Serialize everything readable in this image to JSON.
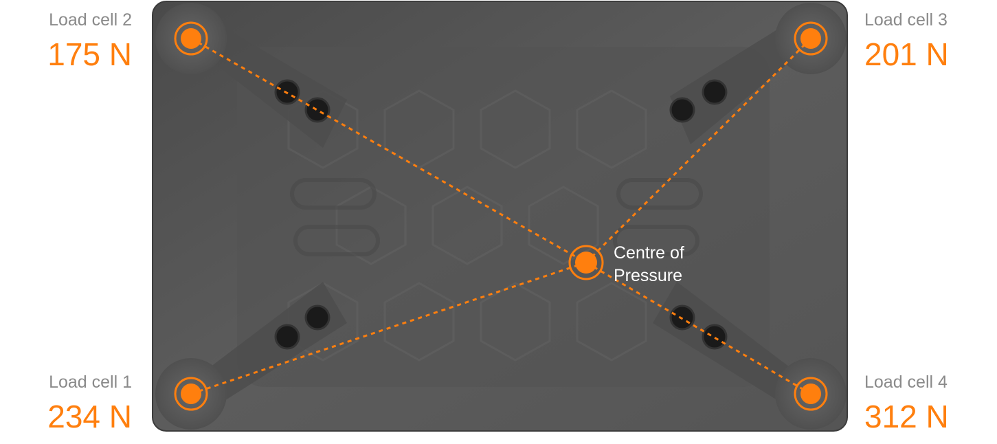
{
  "colors": {
    "accent": "#ff7f0e",
    "plate": "#5a5a5a",
    "label_gray": "#8a8a8a",
    "centre_label": "#ffffff"
  },
  "load_cells": [
    {
      "id": 1,
      "label": "Load cell 1",
      "value": "234 N"
    },
    {
      "id": 2,
      "label": "Load cell 2",
      "value": "175 N"
    },
    {
      "id": 3,
      "label": "Load cell 3",
      "value": "201 N"
    },
    {
      "id": 4,
      "label": "Load cell 4",
      "value": "312 N"
    }
  ],
  "centre": {
    "line1": "Centre of",
    "line2": "Pressure"
  }
}
